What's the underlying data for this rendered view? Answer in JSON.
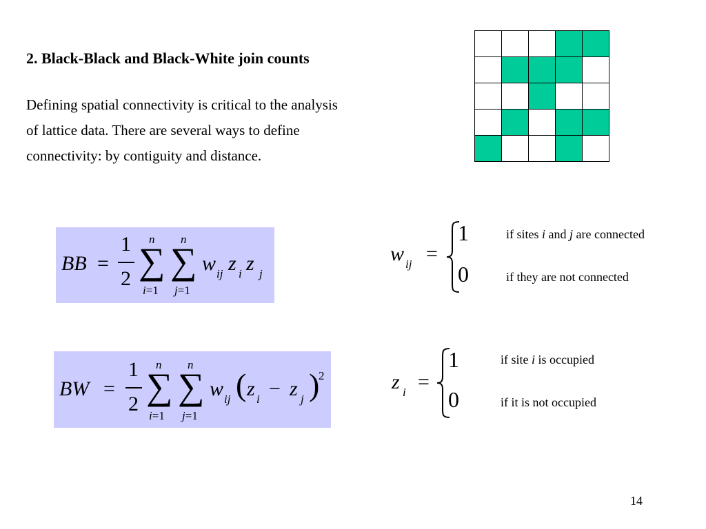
{
  "slide": {
    "title": "2. Black-Black and Black-White join counts",
    "paragraph_lines": [
      "Defining spatial connectivity is critical to the analysis",
      "of lattice data. There are several ways to define",
      "connectivity: by contiguity and distance."
    ],
    "page_number": "14"
  },
  "lattice": {
    "fill_color": "#00cc99",
    "rows": [
      [
        0,
        0,
        0,
        1,
        1
      ],
      [
        0,
        1,
        1,
        1,
        0
      ],
      [
        0,
        0,
        1,
        0,
        0
      ],
      [
        0,
        1,
        0,
        1,
        1
      ],
      [
        1,
        0,
        0,
        1,
        0
      ]
    ]
  },
  "formula_bb": {
    "lhs": "BB",
    "eq": "=",
    "num": "1",
    "den": "2",
    "sum_top": "n",
    "sum1_bottom_var": "i",
    "sum2_bottom_var": "j",
    "sum_bottom_rest": "=1",
    "sigma": "∑",
    "w": "w",
    "w_sub": "ij",
    "z1": "z",
    "z1_sub": "i",
    "z2": "z",
    "z2_sub": "j",
    "bg": "#ccccff"
  },
  "formula_bw": {
    "lhs": "BW",
    "eq": "=",
    "num": "1",
    "den": "2",
    "sum_top": "n",
    "sum1_bottom_var": "i",
    "sum2_bottom_var": "j",
    "sum_bottom_rest": "=1",
    "sigma": "∑",
    "w": "w",
    "w_sub": "ij",
    "z1": "z",
    "z1_sub": "i",
    "minus": "−",
    "z2": "z",
    "z2_sub": "j",
    "power": "2",
    "bg": "#ccccff"
  },
  "def_w": {
    "var": "w",
    "var_sub": "ij",
    "eq": "=",
    "val1": "1",
    "val0": "0",
    "cond1_a": "if sites ",
    "cond1_i": "i",
    "cond1_b": " and ",
    "cond1_j": "j",
    "cond1_c": " are connected",
    "cond0": "if they are not connected"
  },
  "def_z": {
    "var": "z",
    "var_sub": "i",
    "eq": "=",
    "val1": "1",
    "val0": "0",
    "cond1_a": "if site ",
    "cond1_i": "i",
    "cond1_b": " is occupied",
    "cond0": "if it is not occupied"
  }
}
